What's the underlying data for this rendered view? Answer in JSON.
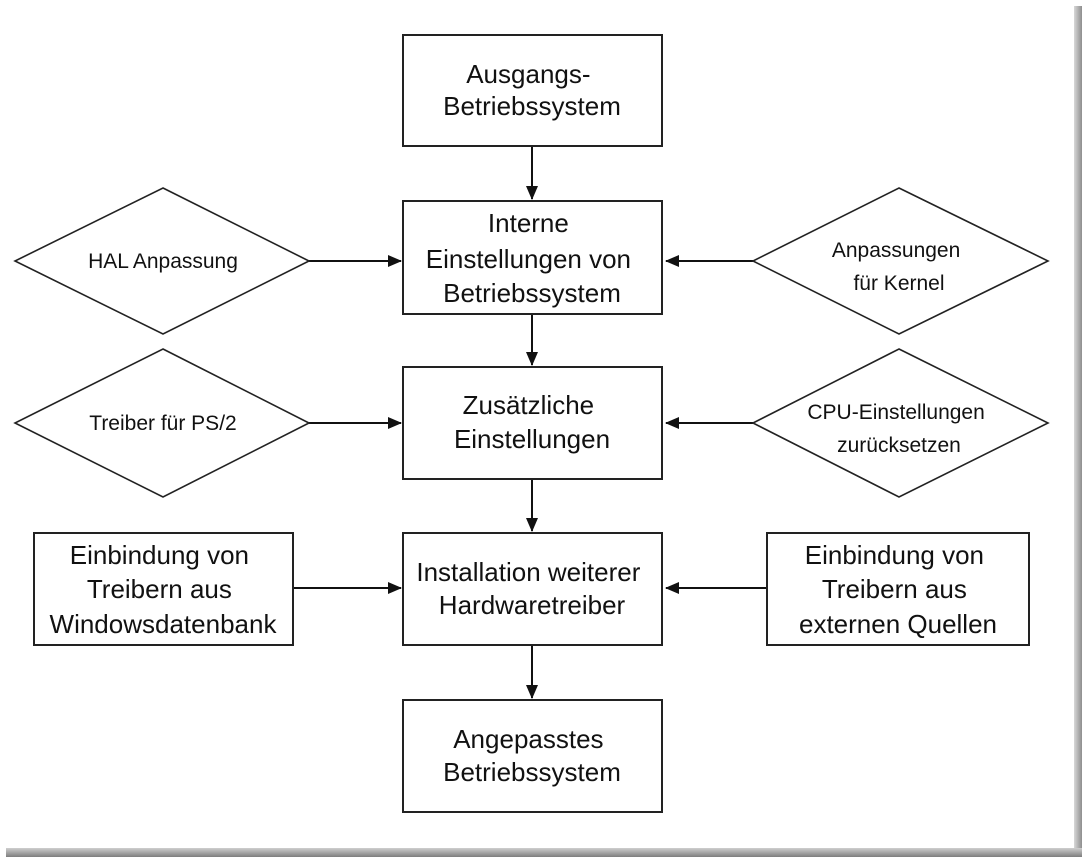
{
  "nodes": {
    "start": [
      "Ausgangs-",
      "Betriebssystem"
    ],
    "internal": [
      "Interne",
      "Einstellungen von",
      "Betriebssystem"
    ],
    "additional": [
      "Zusätzliche",
      "Einstellungen"
    ],
    "install": [
      "Installation weiterer",
      "Hardwaretreiber"
    ],
    "end": [
      "Angepasstes",
      "Betriebssystem"
    ],
    "hal": [
      "HAL Anpassung"
    ],
    "kernel": [
      "Anpassungen",
      "für Kernel"
    ],
    "ps2": [
      "Treiber für PS/2"
    ],
    "cpu": [
      "CPU-Einstellungen",
      "zurücksetzen"
    ],
    "windb": [
      "Einbindung von",
      "Treibern aus",
      "Windowsdatenbank"
    ],
    "external": [
      "Einbindung von",
      "Treibern aus",
      "externen Quellen"
    ]
  },
  "edges": [
    [
      "start",
      "internal"
    ],
    [
      "internal",
      "additional"
    ],
    [
      "additional",
      "install"
    ],
    [
      "install",
      "end"
    ],
    [
      "hal",
      "internal"
    ],
    [
      "kernel",
      "internal"
    ],
    [
      "ps2",
      "additional"
    ],
    [
      "cpu",
      "additional"
    ],
    [
      "windb",
      "install"
    ],
    [
      "external",
      "install"
    ]
  ]
}
